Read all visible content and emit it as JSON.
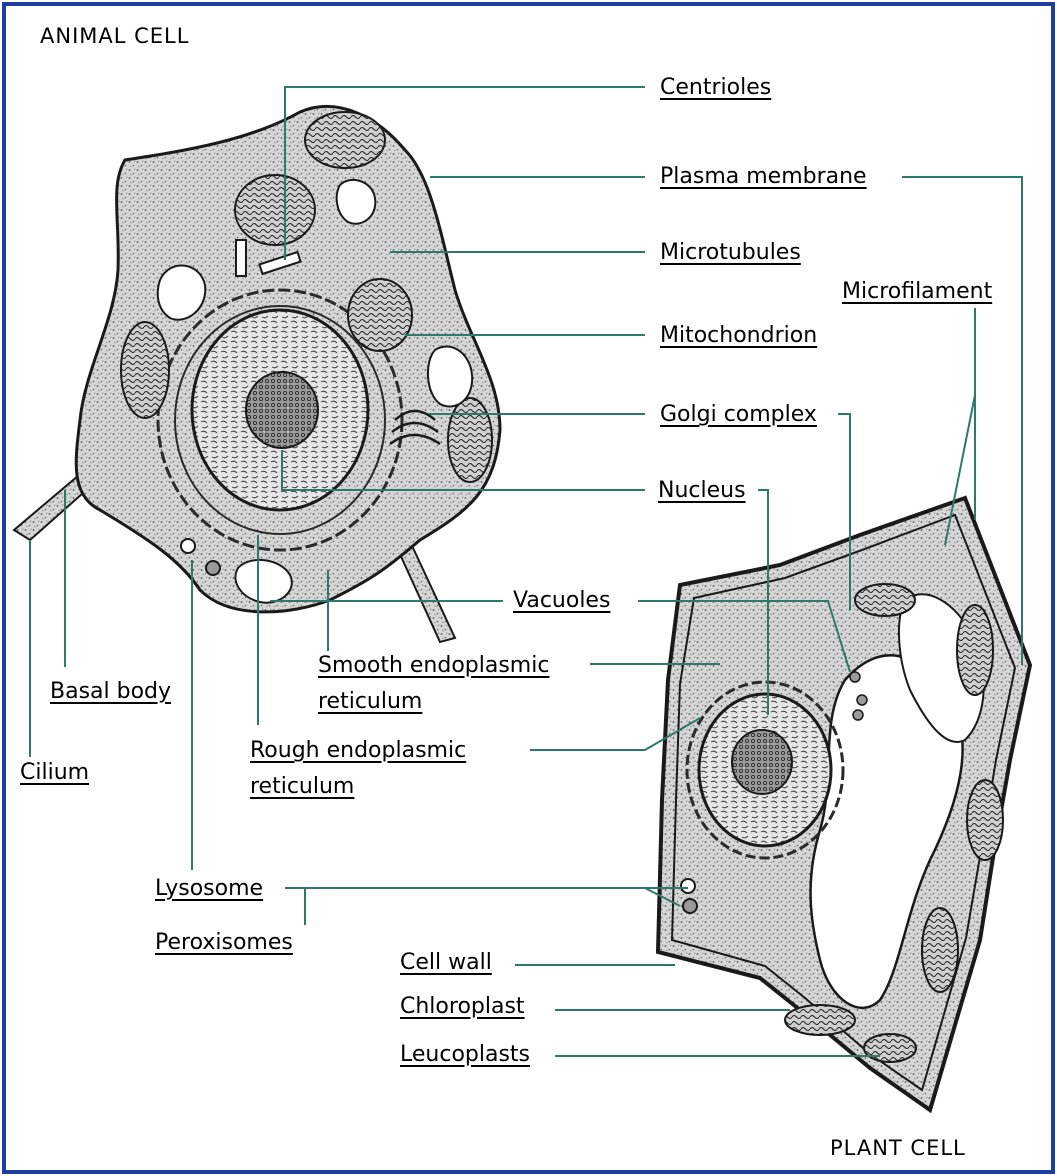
{
  "titles": {
    "animal": "ANIMAL CELL",
    "plant": "PLANT CELL"
  },
  "labels": {
    "centrioles": "Centrioles",
    "plasma_membrane": "Plasma membrane",
    "microtubules": "Microtubules",
    "microfilament": "Microfilament",
    "mitochondrion": "Mitochondrion",
    "golgi_complex": "Golgi complex",
    "nucleus": "Nucleus",
    "vacuoles": "Vacuoles",
    "smooth_er_line1": "Smooth endoplasmic",
    "smooth_er_line2": "reticulum",
    "rough_er_line1": "Rough endoplasmic",
    "rough_er_line2": "reticulum",
    "basal_body": "Basal body",
    "cilium": "Cilium",
    "lysosome": "Lysosome",
    "peroxisomes": "Peroxisomes",
    "cell_wall": "Cell wall",
    "chloroplast": "Chloroplast",
    "leucoplasts": "Leucoplasts"
  },
  "colors": {
    "border": "#1f3fa0",
    "leader_line": "#2e7a68",
    "cytoplasm": "#bdbdbd",
    "outline": "#1a1a1a"
  }
}
